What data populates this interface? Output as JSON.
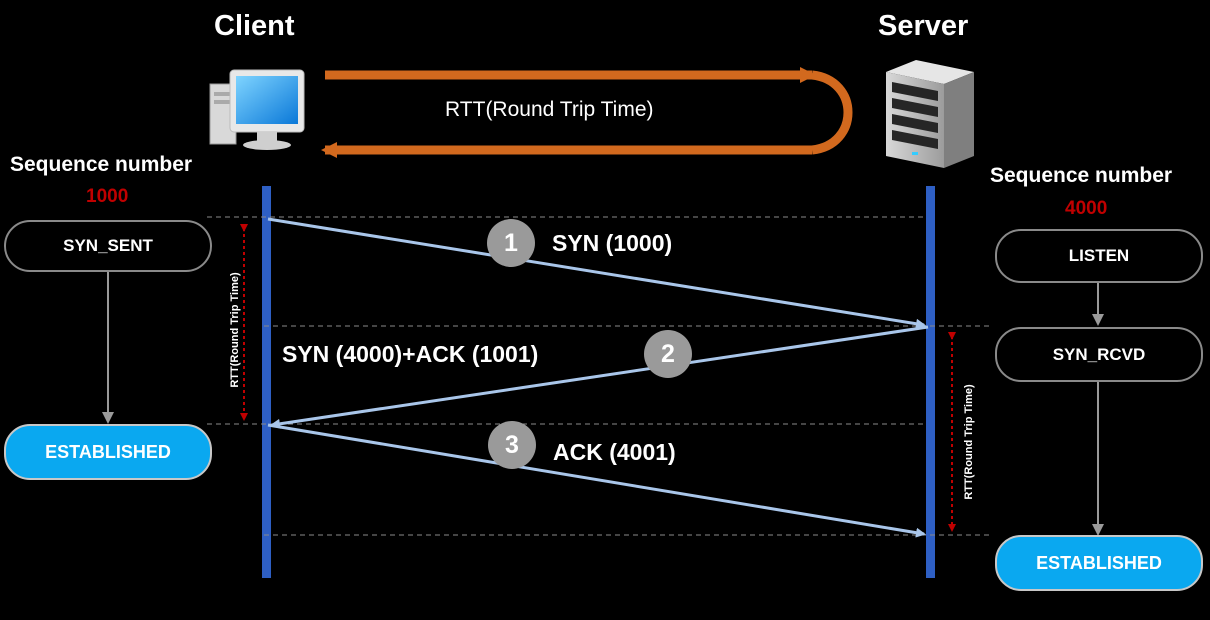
{
  "client": {
    "heading": "Client",
    "icon": "desktop-computer-icon",
    "sequence_label": "Sequence number",
    "sequence_value": "1000",
    "states": [
      "SYN_SENT",
      "ESTABLISHED"
    ]
  },
  "server": {
    "heading": "Server",
    "icon": "server-icon",
    "sequence_label": "Sequence number",
    "sequence_value": "4000",
    "states": [
      "LISTEN",
      "SYN_RCVD",
      "ESTABLISHED"
    ]
  },
  "rtt_banner": "RTT(Round Trip Time)",
  "rtt_vertical_client": "RTT(Round Trip Time)",
  "rtt_vertical_server": "RTT(Round Trip Time)",
  "steps": [
    {
      "number": "1",
      "label": "SYN (1000)"
    },
    {
      "number": "2",
      "label": "SYN (4000)+ACK (1001)"
    },
    {
      "number": "3",
      "label": "ACK (4001)"
    }
  ],
  "colors": {
    "timeline": "#2e5fc4",
    "message_arrow": "#a9c6ea",
    "rtt_arrow": "#d2691e",
    "rtt_marker": "#c00000",
    "established": "#0aa8f0"
  }
}
